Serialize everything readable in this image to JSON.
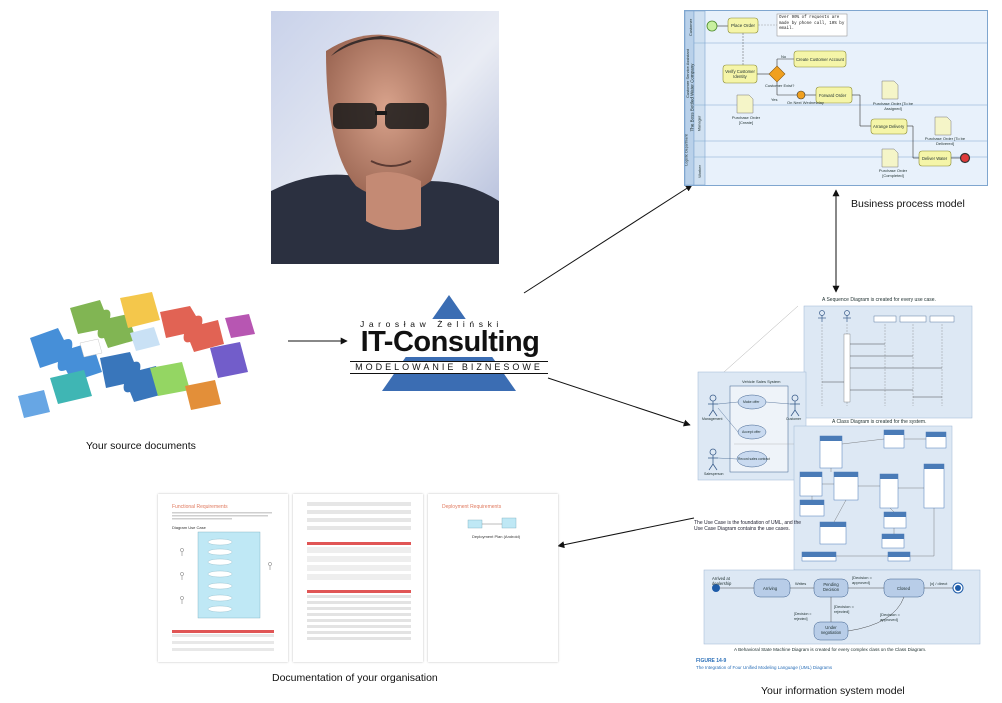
{
  "captions": {
    "business_process": "Business process model",
    "source_documents": "Your source documents",
    "documentation": "Documentation of your organisation",
    "information_system": "Your information system model"
  },
  "logo": {
    "name_line": "Jarosław Żeliński",
    "brand": "IT-Consulting",
    "tagline": "MODELOWANIE BIZNESOWE"
  },
  "bpmn": {
    "note": "Over 90% of requests are made by phone call, 10% by email.",
    "tasks": {
      "place_order": "Place Order",
      "verify_customer": "Verify Customer Identity",
      "create_account": "Create Customer Account",
      "forward_order": "Forward Order",
      "arrange_delivery": "Arrange Delivery",
      "deliver_water": "Deliver Water"
    },
    "gateway_label": "Customer Exist?",
    "flow_no": "No",
    "flow_yes": "Yes",
    "timer_label": "On Next Wednesday",
    "docs": {
      "create": "Purchase Order [Create]",
      "assigned": "Purchase Order [To be Assigned]",
      "delivered": "Purchase Order [To be Delivered]",
      "completed": "Purchase Order [Completed]"
    },
    "lanes": [
      "Customer",
      "Customer Service Assistant",
      "Manager",
      "Logistic Department",
      "Worker"
    ],
    "pool": "The Boss Bottled Water Company"
  },
  "uml": {
    "sequence_caption": "A Sequence Diagram is created for every use case.",
    "class_caption": "A Class Diagram is created for the system.",
    "usecase_caption": "The Use Case is the foundation of UML, and the Use Case Diagram contains the use cases.",
    "state_caption": "A Behavioral State Machine Diagram is created for every complex class on the Class Diagram.",
    "figure_label": "FIGURE 14-9",
    "figure_title": "The Integration of Four Unified Modeling Language (UML) Diagrams",
    "usecase_system": "Vehicle Sales System",
    "actors": [
      "Salesperson",
      "Customer",
      "Management"
    ],
    "use_cases": [
      "Make offer",
      "Accept offer",
      "Record sales contract"
    ],
    "states": [
      "Arrived at dealership",
      "Arriving",
      "Pending Decision",
      "Closed",
      "Under negotiation"
    ],
    "transitions": [
      "Writes",
      "[Decision = approved]",
      "[Decision = rejected]",
      "[Decision = approved]",
      "[Decision = rejected]",
      "[x] / direct"
    ]
  },
  "docs_panel": {
    "page1_title": "Functional Requirements",
    "page1_diagram": "Diagram Use Case",
    "page3_title": "Deployment Requirements",
    "page3_diagram": "Deployment Plan (Android)"
  },
  "colors": {
    "logo_triangle": "#3b6db3",
    "bpmn_bg": "#e8f1fb",
    "bpmn_task": "#f5f5a8",
    "uml_panel": "#dde8f4",
    "class_header": "#4a7bb7"
  }
}
